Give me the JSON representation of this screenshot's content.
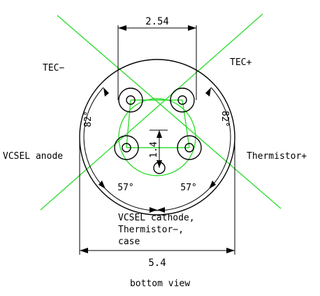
{
  "labels": {
    "tec_minus": "TEC−",
    "tec_plus": "TEC+",
    "vcsel_anode": "VCSEL anode",
    "thermistor_plus": "Thermistor+",
    "vcsel_cathode_line1": "VCSEL cathode,",
    "vcsel_cathode_line2": "Thermistor−,",
    "vcsel_cathode_line3": "case",
    "caption": "bottom view"
  },
  "dimensions": {
    "pin_spacing": "2.54",
    "body_diameter": "5.4",
    "center_offset": "1.4",
    "angle_left": "82°",
    "angle_right": "82°",
    "angle_bottom_left": "57°",
    "angle_bottom_right": "57°"
  },
  "colors": {
    "lines": "#000000",
    "guides": "#33dd33"
  }
}
